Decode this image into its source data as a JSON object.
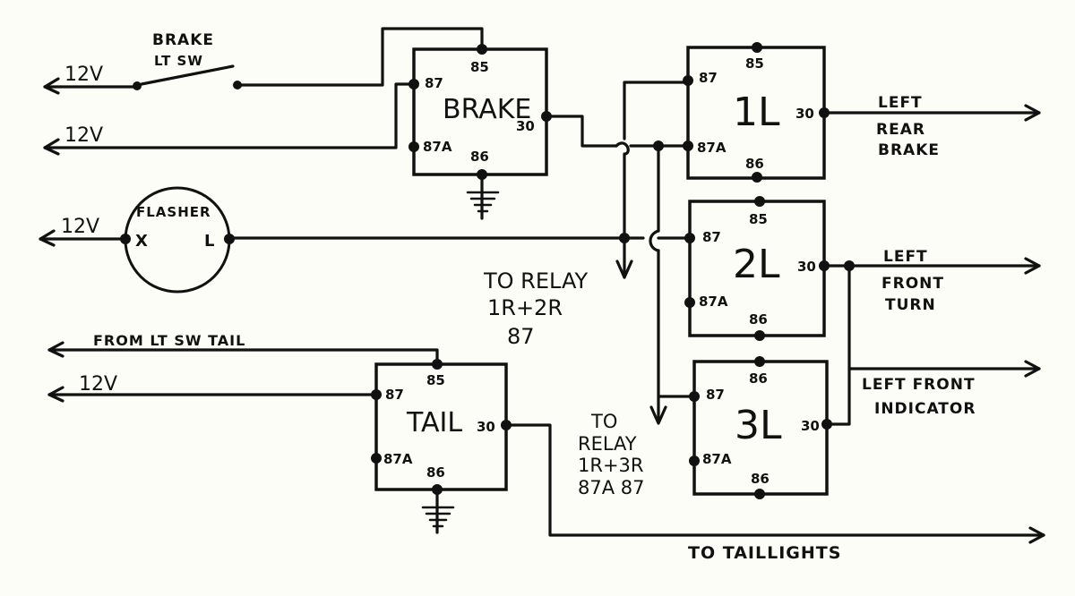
{
  "diagram": {
    "type": "wiring-schematic",
    "sources": {
      "v12_1": "12V",
      "v12_2": "12V",
      "v12_flasher": "12V",
      "v12_tail": "12V",
      "brake_switch": "BRAKE",
      "brake_switch_2": "LT SW",
      "from_tail": "FROM LT SW TAIL"
    },
    "flasher": {
      "label": "FLASHER",
      "pin_x": "X",
      "pin_l": "L"
    },
    "relays": [
      {
        "id": "brake",
        "name": "BRAKE",
        "pins": {
          "p85": "85",
          "p87": "87",
          "p87a": "87A",
          "p86": "86",
          "p30": "30"
        }
      },
      {
        "id": "1L",
        "name": "1L",
        "pins": {
          "p85": "85",
          "p87": "87",
          "p87a": "87A",
          "p86": "86",
          "p30": "30"
        }
      },
      {
        "id": "2L",
        "name": "2L",
        "pins": {
          "p85": "85",
          "p87": "87",
          "p87a": "87A",
          "p86": "86",
          "p30": "30"
        }
      },
      {
        "id": "3L",
        "name": "3L",
        "pins": {
          "p85": "86",
          "p87": "87",
          "p87a": "87A",
          "p86": "86",
          "p30": "30"
        }
      },
      {
        "id": "tail",
        "name": "TAIL",
        "pins": {
          "p85": "85",
          "p87": "87",
          "p87a": "87A",
          "p86": "86",
          "p30": "30"
        }
      }
    ],
    "outputs": {
      "left_rear_brake_1": "LEFT",
      "left_rear_brake_2": "REAR",
      "left_rear_brake_3": "BRAKE",
      "left_front_turn_1": "LEFT",
      "left_front_turn_2": "FRONT",
      "left_front_turn_3": "TURN",
      "left_front_indicator_1": "LEFT FRONT",
      "left_front_indicator_2": "INDICATOR",
      "taillights": "TO TAILLIGHTS"
    },
    "notes": {
      "relay_12_1": "TO RELAY",
      "relay_12_2": "1R+2R",
      "relay_12_3": "87",
      "relay_13_1": "TO",
      "relay_13_2": "RELAY",
      "relay_13_3": "1R+3R",
      "relay_13_4": "87A  87"
    }
  }
}
